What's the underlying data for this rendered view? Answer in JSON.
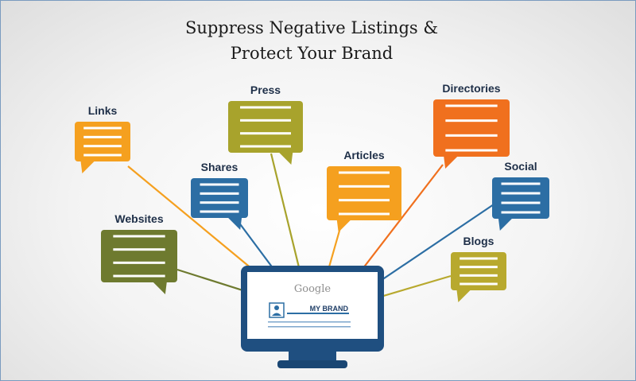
{
  "title": {
    "line1": "Suppress Negative Listings &",
    "line2": "Protect Your Brand"
  },
  "bubbles": [
    {
      "label": "Links",
      "color": "#f5a01f"
    },
    {
      "label": "Press",
      "color": "#a8a32c"
    },
    {
      "label": "Directories",
      "color": "#f0701e"
    },
    {
      "label": "Shares",
      "color": "#2c6ea4"
    },
    {
      "label": "Articles",
      "color": "#f5a01f"
    },
    {
      "label": "Social",
      "color": "#2c6ea4"
    },
    {
      "label": "Websites",
      "color": "#6e7a2f"
    },
    {
      "label": "Blogs",
      "color": "#b8a92e"
    }
  ],
  "monitor": {
    "search_logo": "Google",
    "result_text": "MY BRAND",
    "frame_color": "#2c6ea4"
  }
}
